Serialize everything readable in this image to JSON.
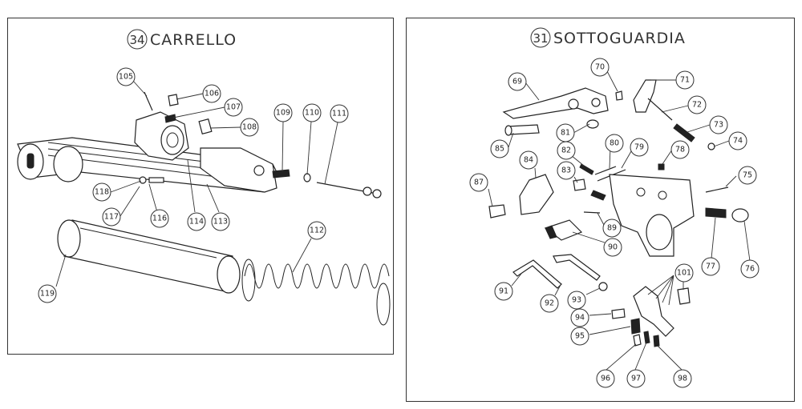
{
  "left_panel": {
    "number": "34",
    "title": "CARRELLO",
    "callouts": [
      "105",
      "106",
      "107",
      "108",
      "109",
      "110",
      "111",
      "118",
      "117",
      "116",
      "114",
      "113",
      "112",
      "119"
    ]
  },
  "right_panel": {
    "number": "31",
    "title": "SOTTOGUARDIA",
    "callouts": [
      "70",
      "71",
      "69",
      "72",
      "73",
      "74",
      "81",
      "80",
      "79",
      "78",
      "85",
      "82",
      "84",
      "83",
      "87",
      "75",
      "89",
      "90",
      "77",
      "76",
      "101",
      "91",
      "92",
      "93",
      "94",
      "95",
      "96",
      "97",
      "98"
    ]
  }
}
